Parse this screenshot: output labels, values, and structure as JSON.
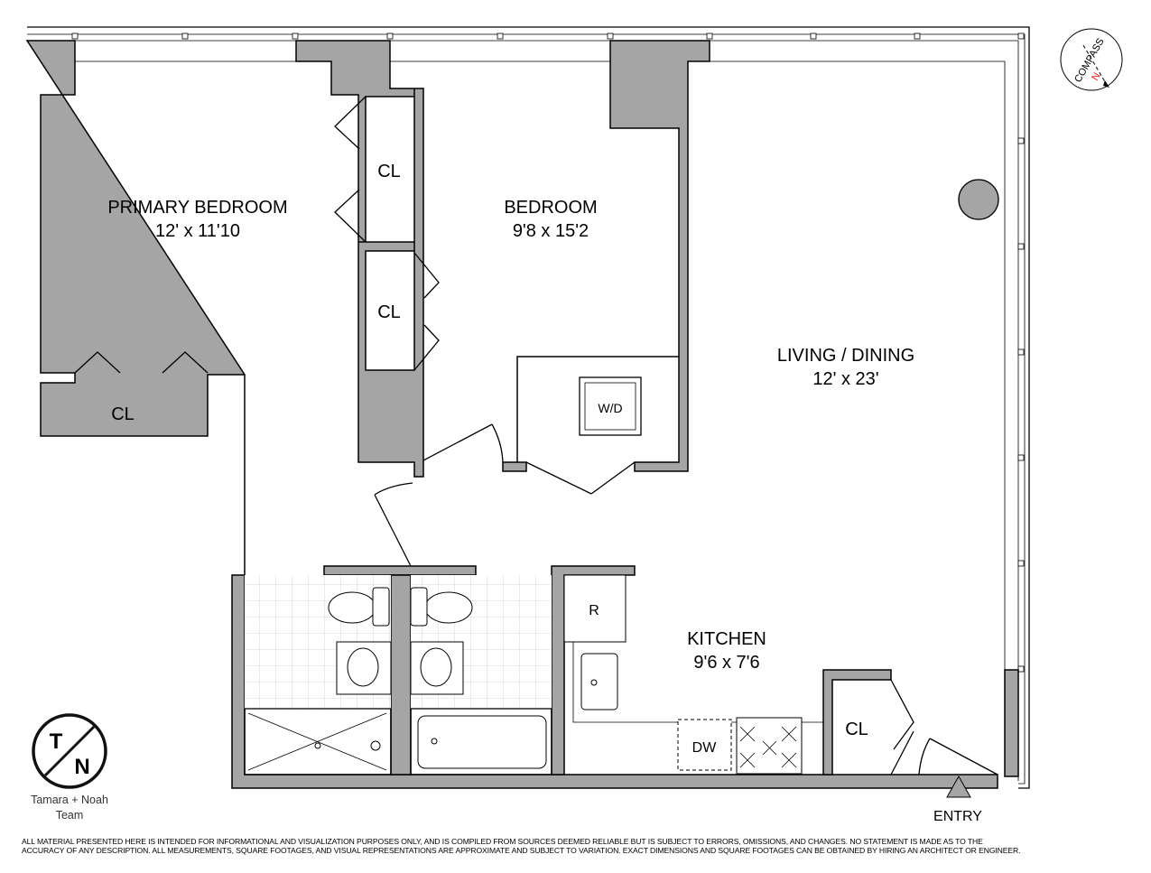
{
  "rooms": {
    "primary_bedroom": {
      "name": "PRIMARY BEDROOM",
      "size": "12' x 11'10"
    },
    "bedroom": {
      "name": "BEDROOM",
      "size": "9'8 x 15'2"
    },
    "living_dining": {
      "name": "LIVING / DINING",
      "size": "12' x 23'"
    },
    "kitchen": {
      "name": "KITCHEN",
      "size": "9'6 x 7'6"
    }
  },
  "labels": {
    "closet": "CL",
    "washer_dryer": "W/D",
    "refrigerator": "R",
    "dishwasher": "DW",
    "entry": "ENTRY"
  },
  "compass": {
    "label": "COMPASS",
    "north": "N"
  },
  "logo": {
    "initials_top": "T",
    "initials_bottom": "N",
    "name": "Tamara + Noah",
    "team": "Team"
  },
  "disclaimer": {
    "line1": "ALL MATERIAL PRESENTED HERE IS INTENDED FOR INFORMATIONAL AND VISUALIZATION PURPOSES ONLY, AND IS COMPILED FROM SOURCES DEEMED RELIABLE BUT IS SUBJECT TO ERRORS, OMISSIONS, AND CHANGES. NO STATEMENT IS MADE AS TO THE",
    "line2": "ACCURACY OF ANY DESCRIPTION. ALL MEASUREMENTS, SQUARE FOOTAGES, AND VISUAL REPRESENTATIONS ARE APPROXIMATE AND SUBJECT TO VARIATION. EXACT DIMENSIONS AND SQUARE FOOTAGES CAN BE OBTAINED BY HIRING AN ARCHITECT OR ENGINEER."
  },
  "colors": {
    "wall": "#a5a5a5",
    "north": "#e02020"
  }
}
